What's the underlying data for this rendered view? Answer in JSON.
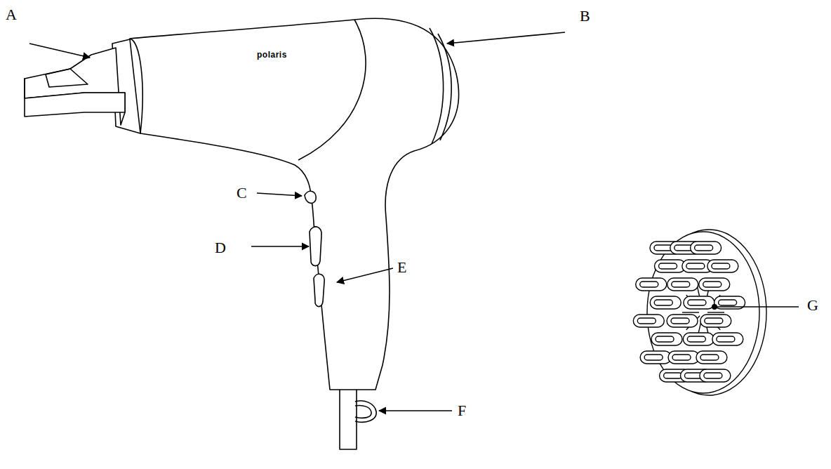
{
  "diagram": {
    "labels": [
      "A",
      "B",
      "polaris",
      "C",
      "D",
      "E",
      "F",
      "G"
    ]
  }
}
